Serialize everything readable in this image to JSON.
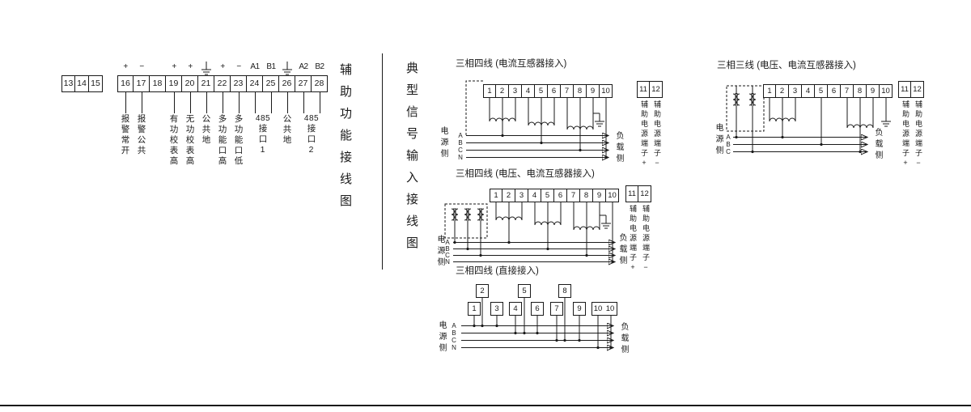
{
  "aux": {
    "section_title": "辅助功能接线图",
    "left_terminals": [
      "13",
      "14",
      "15"
    ],
    "columns": [
      {
        "top": "+",
        "num": "16",
        "label": "报警常开"
      },
      {
        "top": "−",
        "num": "17",
        "label": "报警公共"
      },
      {
        "top": "",
        "num": "18",
        "label": ""
      },
      {
        "top": "+",
        "num": "19",
        "label": "有功校表高"
      },
      {
        "top": "+",
        "num": "20",
        "label": "无功校表高"
      },
      {
        "top": "",
        "num": "21",
        "label": "公共地"
      },
      {
        "top": "+",
        "num": "22",
        "label": "多功能口高"
      },
      {
        "top": "−",
        "num": "23",
        "label": "多功能口低"
      },
      {
        "top": "A1",
        "num": "24",
        "label": ""
      },
      {
        "top": "B1",
        "num": "25",
        "label": ""
      },
      {
        "top": "",
        "num": "26",
        "label": "公共地"
      },
      {
        "top": "A2",
        "num": "27",
        "label": ""
      },
      {
        "top": "B2",
        "num": "28",
        "label": ""
      }
    ],
    "rs485_1_digits": "485",
    "rs485_1_text": "接口1",
    "rs485_2_digits": "485",
    "rs485_2_text": "接口2"
  },
  "signal": {
    "section_title": "典型信号输入接线图",
    "d1": {
      "title": "三相四线 (电流互感器接入)",
      "terminals": [
        "1",
        "2",
        "3",
        "4",
        "5",
        "6",
        "7",
        "8",
        "9",
        "10"
      ],
      "aux_terminals": [
        "11",
        "12"
      ],
      "aux_plus": "辅助电源端子+",
      "aux_minus": "辅助电源端子−",
      "source": "电源侧",
      "load": "负载侧",
      "phases": [
        "A",
        "B",
        "C",
        "N"
      ]
    },
    "d2": {
      "title": "三相三线 (电压、电流互感器接入)",
      "terminals": [
        "1",
        "2",
        "3",
        "4",
        "5",
        "6",
        "7",
        "8",
        "9",
        "10"
      ],
      "aux_terminals": [
        "11",
        "12"
      ],
      "aux_plus": "辅助电源端子+",
      "aux_minus": "辅助电源端子−",
      "source": "电源侧",
      "load": "负载侧",
      "phases": [
        "A",
        "B",
        "C"
      ]
    },
    "d3": {
      "title": "三相四线 (电压、电流互感器接入)",
      "terminals": [
        "1",
        "2",
        "3",
        "4",
        "5",
        "6",
        "7",
        "8",
        "9",
        "10"
      ],
      "aux_terminals": [
        "11",
        "12"
      ],
      "aux_plus": "辅助电源端子+",
      "aux_minus": "辅助电源端子−",
      "source": "电源侧",
      "load": "负载侧",
      "phases": [
        "A",
        "B",
        "C",
        "N"
      ]
    },
    "d4": {
      "title": "三相四线 (直接接入)",
      "top_terminals": [
        "2",
        "5",
        "8"
      ],
      "bottom_terminals": [
        "1",
        "3",
        "4",
        "6",
        "7",
        "9",
        "10",
        "10"
      ],
      "source": "电源侧",
      "load": "负载侧",
      "phases": [
        "A",
        "B",
        "C",
        "N"
      ]
    }
  }
}
